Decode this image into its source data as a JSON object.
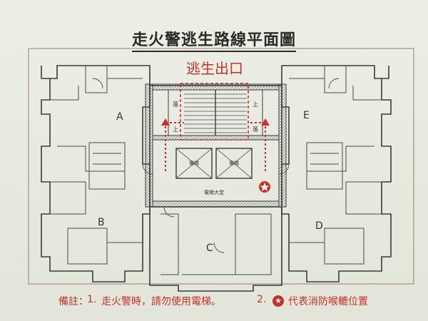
{
  "title": "走火警逃生路線平面圖",
  "exit_label": "逃生出口",
  "units": {
    "A": "A",
    "B": "B",
    "C": "C",
    "D": "D",
    "E": "E"
  },
  "stair_labels": {
    "left_down": "落",
    "left_up": "上",
    "right_up": "上",
    "right_down": "落"
  },
  "lift_labels": [
    "電梯",
    "電梯"
  ],
  "lobby_label": "電梯大堂",
  "notes": {
    "prefix": "備註：",
    "item1_num": "1.",
    "item1_text": "走火警時，請勿使用電梯。",
    "item2_num": "2.",
    "item2_text": "代表消防喉轆位置"
  },
  "colors": {
    "route": "#c8312b",
    "wall": "#3b3b3b",
    "paper": "#ecede4"
  },
  "icons": [
    "star-in-circle-icon"
  ]
}
